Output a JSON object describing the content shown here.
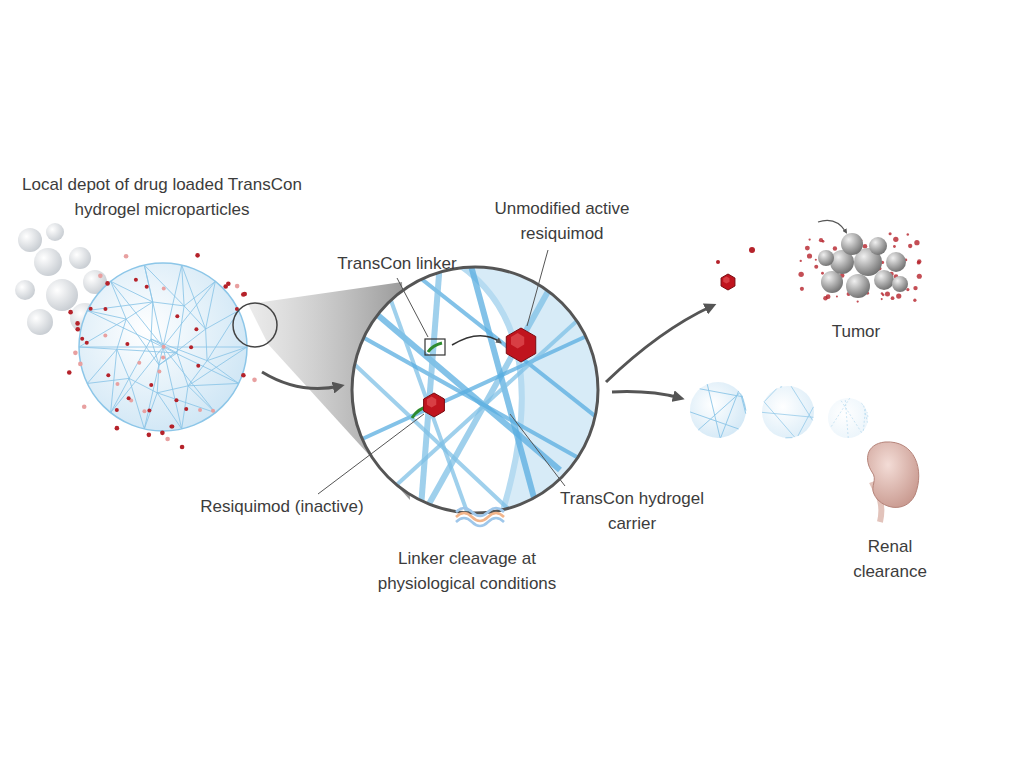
{
  "diagram": {
    "nodes": [
      {
        "text": [
          "Local depot of drug loaded TransCon hydrogel microparticles"
        ]
      },
      {
        "text": [
          "Tumor"
        ]
      },
      {
        "text": [
          "Renal clearance"
        ]
      }
    ],
    "labels": [
      "TransCon linker",
      "Unmodified active resiquimod",
      "Resiquimod (inactive)",
      "TransCon hydrogel carrier",
      "Linker cleavage at physiological conditions"
    ]
  }
}
